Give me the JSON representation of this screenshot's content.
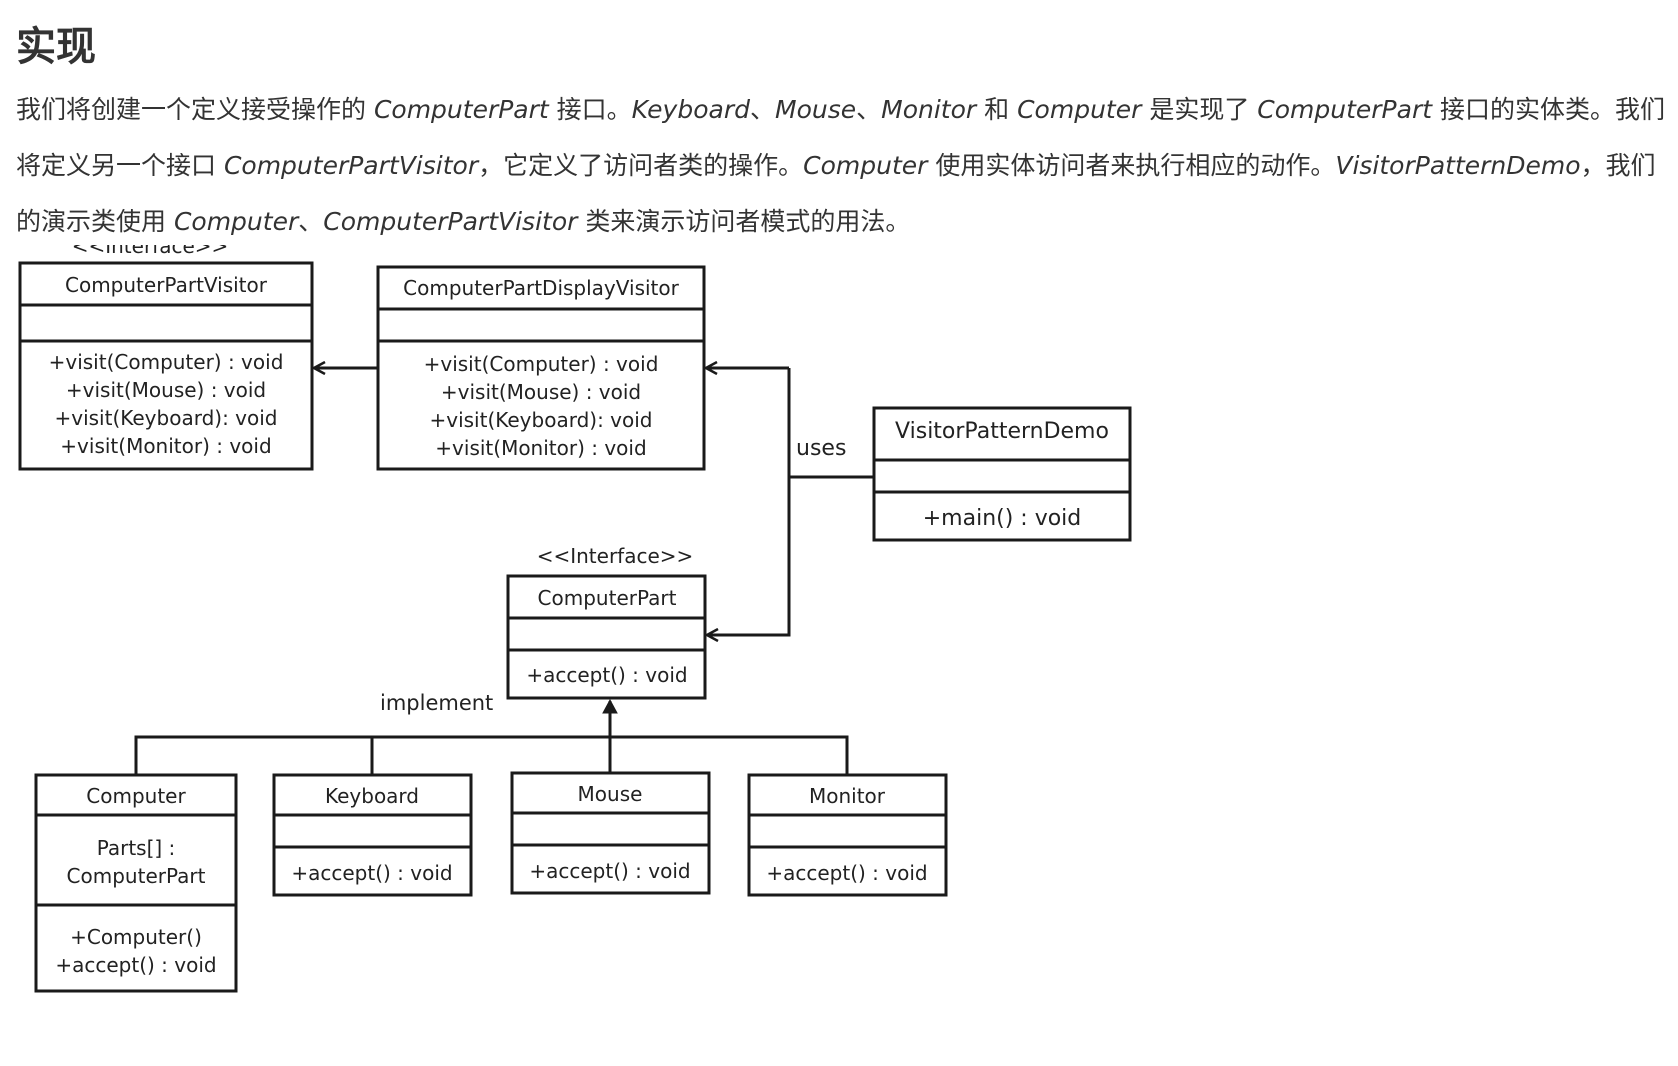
{
  "heading": "实现",
  "paragraph": [
    {
      "text": "我们将创建一个定义接受操作的 ",
      "italic": false
    },
    {
      "text": "ComputerPart",
      "italic": true
    },
    {
      "text": " 接口。",
      "italic": false
    },
    {
      "text": "Keyboard",
      "italic": true
    },
    {
      "text": "、",
      "italic": false
    },
    {
      "text": "Mouse",
      "italic": true
    },
    {
      "text": "、",
      "italic": false
    },
    {
      "text": "Monitor",
      "italic": true
    },
    {
      "text": " 和 ",
      "italic": false
    },
    {
      "text": "Computer",
      "italic": true
    },
    {
      "text": " 是实现了 ",
      "italic": false
    },
    {
      "text": "ComputerPart",
      "italic": true
    },
    {
      "text": " 接口的实体类。我们将定义另一个接口 ",
      "italic": false
    },
    {
      "text": "ComputerPartVisitor",
      "italic": true
    },
    {
      "text": "，它定义了访问者类的操作。",
      "italic": false
    },
    {
      "text": "Computer",
      "italic": true
    },
    {
      "text": " 使用实体访问者来执行相应的动作。",
      "italic": false
    },
    {
      "text": "VisitorPatternDemo",
      "italic": true
    },
    {
      "text": "，我们的演示类使用 ",
      "italic": false
    },
    {
      "text": "Computer",
      "italic": true
    },
    {
      "text": "、",
      "italic": false
    },
    {
      "text": "ComputerPartVisitor",
      "italic": true
    },
    {
      "text": " 类来演示访问者模式的用法。",
      "italic": false
    }
  ],
  "diagram": {
    "stereotype_visitor": "<<Interface>>",
    "stereotype_part": "<<Interface>>",
    "label_uses": "uses",
    "label_implement": "implement",
    "classes": {
      "computer_part_visitor": {
        "name": "ComputerPartVisitor",
        "attributes": [],
        "methods": [
          "+visit(Computer)  : void",
          "+visit(Mouse)  : void",
          "+visit(Keyboard):  void",
          "+visit(Monitor)  : void"
        ]
      },
      "computer_part_display_visitor": {
        "name": "ComputerPartDisplayVisitor",
        "attributes": [],
        "methods": [
          "+visit(Computer)  : void",
          "+visit(Mouse)  : void",
          "+visit(Keyboard):  void",
          "+visit(Monitor)  : void"
        ]
      },
      "visitor_pattern_demo": {
        "name": "VisitorPatternDemo",
        "attributes": [],
        "methods": [
          "+main() : void"
        ]
      },
      "computer_part": {
        "name": "ComputerPart",
        "attributes": [],
        "methods": [
          "+accept() : void"
        ]
      },
      "computer": {
        "name": "Computer",
        "attributes": [
          "Parts[] :",
          "ComputerPart"
        ],
        "methods": [
          "+Computer()",
          "+accept() : void"
        ]
      },
      "keyboard": {
        "name": "Keyboard",
        "attributes": [],
        "methods": [
          "+accept() : void"
        ]
      },
      "mouse": {
        "name": "Mouse",
        "attributes": [],
        "methods": [
          "+accept() : void"
        ]
      },
      "monitor": {
        "name": "Monitor",
        "attributes": [],
        "methods": [
          "+accept() : void"
        ]
      }
    }
  }
}
